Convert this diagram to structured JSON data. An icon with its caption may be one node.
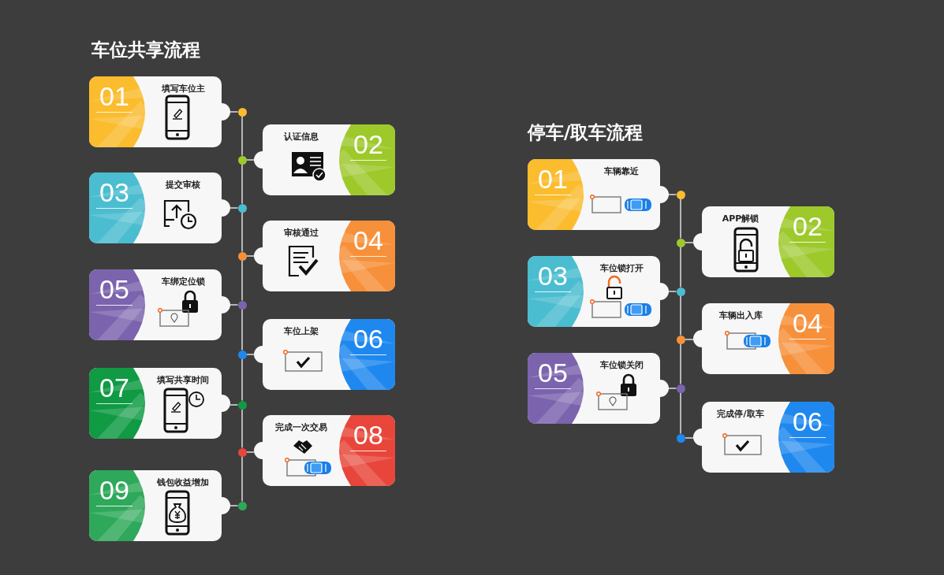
{
  "diagram": {
    "nodes": [
      {
        "text": [
          "01",
          "填写车位主"
        ]
      },
      {
        "text": [
          "认证信息",
          "02"
        ]
      },
      {
        "text": [
          "03",
          "提交审核"
        ]
      },
      {
        "text": [
          "审核通过",
          "04"
        ]
      },
      {
        "text": [
          "05",
          "车绑定位锁"
        ]
      },
      {
        "text": [
          "车位上架",
          "06"
        ]
      },
      {
        "text": [
          "07",
          "填写共享时间"
        ]
      },
      {
        "text": [
          "完成一次交易",
          "08"
        ]
      },
      {
        "text": [
          "09",
          "钱包收益增加"
        ]
      },
      {
        "text": [],
        "shape": "circle"
      },
      {
        "text": [],
        "shape": "circle"
      },
      {
        "text": [],
        "shape": "circle"
      },
      {
        "text": [],
        "shape": "circle"
      },
      {
        "text": [],
        "shape": "circle"
      },
      {
        "text": [],
        "shape": "circle"
      },
      {
        "text": [],
        "shape": "circle"
      },
      {
        "text": [],
        "shape": "circle"
      },
      {
        "text": [],
        "shape": "circle"
      },
      {
        "text": [
          "01",
          "车辆靠近"
        ]
      },
      {
        "text": [
          "APP解锁",
          "02"
        ]
      },
      {
        "text": [
          "03",
          "车位锁打开"
        ]
      },
      {
        "text": [
          "车辆出入库",
          "04"
        ]
      },
      {
        "text": [
          "05",
          "车位锁关闭"
        ]
      },
      {
        "text": [
          "完成停/取车",
          "06"
        ]
      },
      {
        "text": [],
        "shape": "circle"
      },
      {
        "text": [],
        "shape": "circle"
      },
      {
        "text": [],
        "shape": "circle"
      },
      {
        "text": [],
        "shape": "circle"
      },
      {
        "text": [],
        "shape": "circle"
      },
      {
        "text": [],
        "shape": "circle"
      }
    ],
    "edges": [
      {
        "from": 0,
        "to": 9,
        "arrow": "none"
      },
      {
        "from": 1,
        "to": 10,
        "arrow": "none"
      },
      {
        "from": 2,
        "to": 11,
        "arrow": "none"
      },
      {
        "from": 3,
        "to": 12,
        "arrow": "none"
      },
      {
        "from": 4,
        "to": 13,
        "arrow": "none"
      },
      {
        "from": 5,
        "to": 14,
        "arrow": "none"
      },
      {
        "from": 6,
        "to": 15,
        "arrow": "none"
      },
      {
        "from": 7,
        "to": 16,
        "arrow": "none"
      },
      {
        "from": 8,
        "to": 17,
        "arrow": "none"
      },
      {
        "from": 9,
        "to": 10,
        "arrow": "none"
      },
      {
        "from": 10,
        "to": 11,
        "arrow": "none"
      },
      {
        "from": 11,
        "to": 12,
        "arrow": "none"
      },
      {
        "from": 12,
        "to": 13,
        "arrow": "none"
      },
      {
        "from": 13,
        "to": 14,
        "arrow": "none"
      },
      {
        "from": 14,
        "to": 15,
        "arrow": "none"
      },
      {
        "from": 15,
        "to": 16,
        "arrow": "none"
      },
      {
        "from": 16,
        "to": 17,
        "arrow": "none"
      },
      {
        "from": 18,
        "to": 24,
        "arrow": "none"
      },
      {
        "from": 19,
        "to": 25,
        "arrow": "none"
      },
      {
        "from": 20,
        "to": 26,
        "arrow": "none"
      },
      {
        "from": 21,
        "to": 27,
        "arrow": "none"
      },
      {
        "from": 22,
        "to": 28,
        "arrow": "none"
      },
      {
        "from": 23,
        "to": 29,
        "arrow": "none"
      },
      {
        "from": 24,
        "to": 25,
        "arrow": "none"
      },
      {
        "from": 25,
        "to": 26,
        "arrow": "none"
      },
      {
        "from": 26,
        "to": 27,
        "arrow": "none"
      },
      {
        "from": 27,
        "to": 28,
        "arrow": "none"
      },
      {
        "from": 28,
        "to": 29,
        "arrow": "none"
      }
    ],
    "labels": [
      "车位共享流程",
      "停车/取车流程"
    ]
  }
}
